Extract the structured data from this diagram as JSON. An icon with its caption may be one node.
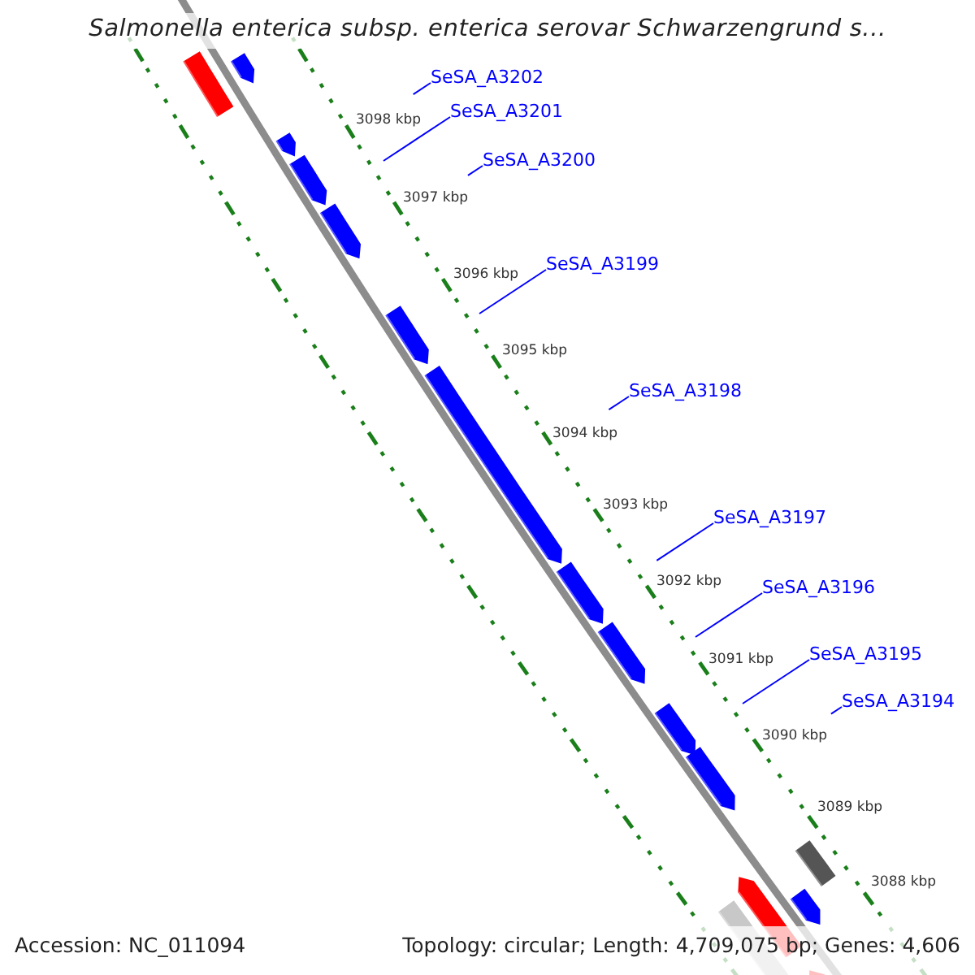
{
  "diagram": {
    "title": "Salmonella enterica subsp. enterica serovar Schwarzengrund s...",
    "nodes": [
      {
        "text": [
          "SeSA_A3202"
        ]
      },
      {
        "text": [
          "SeSA_A3201"
        ]
      },
      {
        "text": [
          "SeSA_A3200"
        ]
      },
      {
        "text": [
          "SeSA_A3199"
        ]
      },
      {
        "text": [
          "SeSA_A3198"
        ]
      },
      {
        "text": [
          "SeSA_A3197"
        ]
      },
      {
        "text": [
          "SeSA_A3196"
        ]
      },
      {
        "text": [
          "SeSA_A3195"
        ]
      },
      {
        "text": [
          "SeSA_A3194"
        ]
      }
    ],
    "edges": [
      {
        "from": 0,
        "to": null,
        "arrow": "none"
      },
      {
        "from": 1,
        "to": null,
        "arrow": "none"
      },
      {
        "from": 2,
        "to": null,
        "arrow": "none"
      },
      {
        "from": 3,
        "to": null,
        "arrow": "none"
      },
      {
        "from": 4,
        "to": null,
        "arrow": "none"
      },
      {
        "from": 5,
        "to": null,
        "arrow": "none"
      },
      {
        "from": 6,
        "to": null,
        "arrow": "none"
      },
      {
        "from": 7,
        "to": null,
        "arrow": "none"
      },
      {
        "from": 8,
        "to": null,
        "arrow": "none"
      }
    ],
    "labels": [
      "3098 kbp",
      "3097 kbp",
      "3096 kbp",
      "3095 kbp",
      "3094 kbp",
      "3093 kbp",
      "3092 kbp",
      "3091 kbp",
      "3090 kbp",
      "3089 kbp",
      "3088 kbp",
      "Accession: NC_011094",
      "Topology: circular; Length: 4,709,075 bp; Genes: 4,606"
    ]
  }
}
